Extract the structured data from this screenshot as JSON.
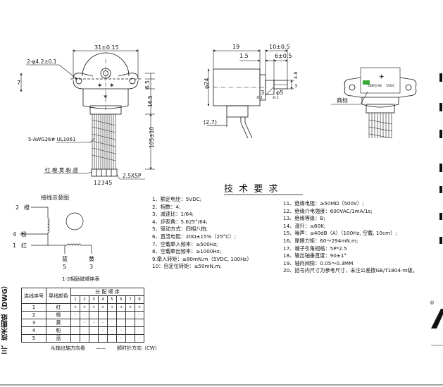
{
  "dims": {
    "width": "31±0.15",
    "hole": "2-φ4.2±0.1",
    "h7": "7",
    "h65": "6.5",
    "h165": "16.5",
    "h105": "105±10",
    "d19": "19",
    "d10": "10±0.5",
    "d15": "1.5",
    "d6": "6±0.5",
    "d3": "3",
    "d3tol": "-0.1",
    "d5": "φ5",
    "d5tol": "-0.1",
    "dia24": "φ24",
    "d27": "(2.7)",
    "d48": "4.8",
    "d3b": "3"
  },
  "labels": {
    "wire_spec": "5-AWG26# UL1061",
    "wire_colors": "红.橙.黄.粉.蓝",
    "connector": "2.5X5P",
    "pin_numbers": "12345",
    "trademark": "商标"
  },
  "wiring": {
    "title": "接线示意图",
    "caption": "1-2相励磁顺序表",
    "pins": [
      {
        "num": "2",
        "color": "橙"
      },
      {
        "num": "4",
        "color": "粉"
      },
      {
        "num": "1",
        "color": "红"
      }
    ],
    "bottom": [
      {
        "color": "蓝",
        "num": "5"
      },
      {
        "color": "黄",
        "num": "3"
      }
    ]
  },
  "spec": {
    "title": "技 术 要 求",
    "left": [
      "1、额定电压：5VDC;",
      "2、相数：4;",
      "3、减速比：1/64;",
      "4、步距角：5.625°/64;",
      "5、驱动方式：四相八拍;",
      "6、直流电阻：20Ω±15%（25°C）;",
      "7、空载牵入频率：≥500Hz;",
      "8、空载牵出频率：≥1000Hz;",
      "9.牵入转矩：≥80mN.m（5VDC, 100Hz）",
      "10：自定位转矩：≥50mN.m;"
    ],
    "right": [
      "11、绝缘电阻：≥50MΩ（500V）;",
      "12、绝缘介电强度：600VAC/1mA/1s;",
      "13、绝缘等级：B;",
      "14、温升：≤60K;",
      "15、噪声：≤40dB（A）（100Hz, 空载, 10cm）;",
      "16、摩擦力矩：60～294mN.m;",
      "17、端子引角规格：5P*2.5",
      "18、输出轴垂直度：90±1°",
      "19、轴向间隙：0.05～0.3MM",
      "20、括号内尺寸为参考尺寸，未注公差按GB/T1804-m级。"
    ]
  },
  "table": {
    "head_seq": "连线序号",
    "head_color": "导线颜色",
    "head_order": "分 配 顺 序",
    "steps": [
      "1",
      "2",
      "3",
      "4",
      "5",
      "6",
      "7",
      "8"
    ],
    "rows": [
      {
        "n": "1",
        "c": "红",
        "cells": [
          "+",
          "+",
          "+",
          "+",
          "+",
          "+",
          "+",
          "+"
        ]
      },
      {
        "n": "2",
        "c": "橙",
        "cells": [
          "-",
          "-",
          "",
          "",
          "",
          "",
          "",
          "-"
        ]
      },
      {
        "n": "3",
        "c": "黄",
        "cells": [
          "",
          "-",
          "-",
          "-",
          "",
          "",
          "",
          ""
        ]
      },
      {
        "n": "4",
        "c": "粉",
        "cells": [
          "",
          "",
          "",
          "-",
          "-",
          "-",
          "",
          ""
        ]
      },
      {
        "n": "5",
        "c": "蓝",
        "cells": [
          "",
          "",
          "",
          "",
          "",
          "-",
          "-",
          "-"
        ]
      }
    ],
    "footer_left": "从输出轴方向看",
    "footer_dash": "——",
    "footer_right": "顺时针方向（CW）"
  },
  "side": {
    "section": "三、技术图纸（DWG）"
  },
  "logo_text": [
    "28BYJ-48",
    "5VDC"
  ]
}
